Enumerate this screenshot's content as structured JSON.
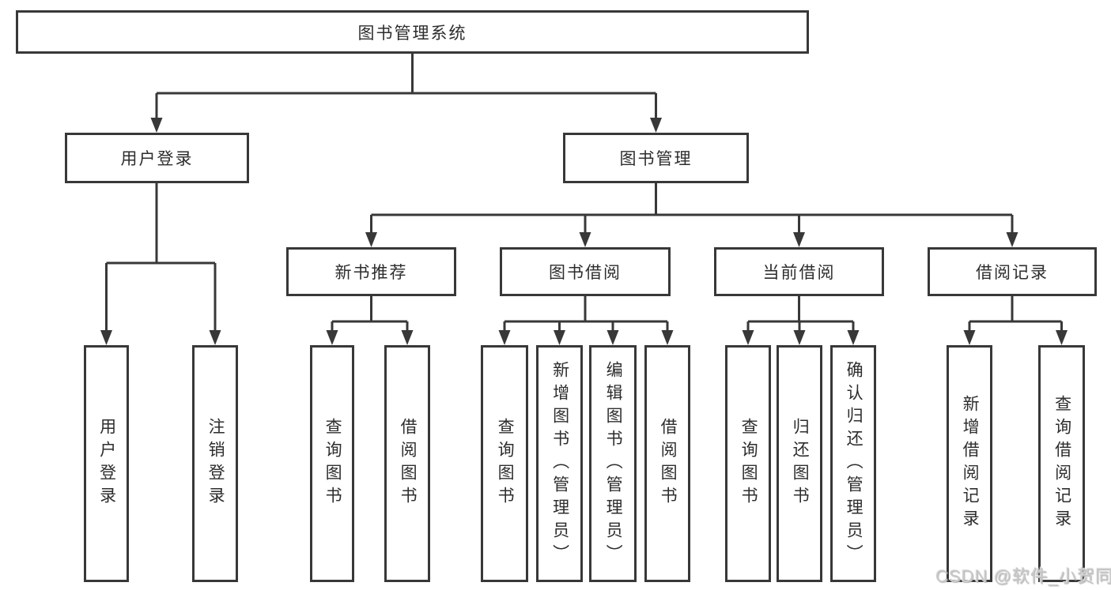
{
  "diagram": {
    "title": "图书管理系统",
    "colors": {
      "line": "#383838",
      "text": "#2d2d2d",
      "watermark": "#c9c9c9"
    },
    "tree": {
      "root": "图书管理系统",
      "branches": [
        {
          "label": "用户登录",
          "children": [
            "用户登录",
            "注销登录"
          ]
        },
        {
          "label": "图书管理",
          "groups": [
            {
              "label": "新书推荐",
              "children": [
                "查询图书",
                "借阅图书"
              ]
            },
            {
              "label": "图书借阅",
              "children": [
                "查询图书",
                "新增图书（管理员）",
                "编辑图书（管理员）",
                "借阅图书"
              ]
            },
            {
              "label": "当前借阅",
              "children": [
                "查询图书",
                "归还图书",
                "确认归还（管理员）"
              ]
            },
            {
              "label": "借阅记录",
              "children": [
                "新增借阅记录",
                "查询借阅记录"
              ]
            }
          ]
        }
      ]
    },
    "watermark": "CSDN @软件_小贺同学"
  }
}
